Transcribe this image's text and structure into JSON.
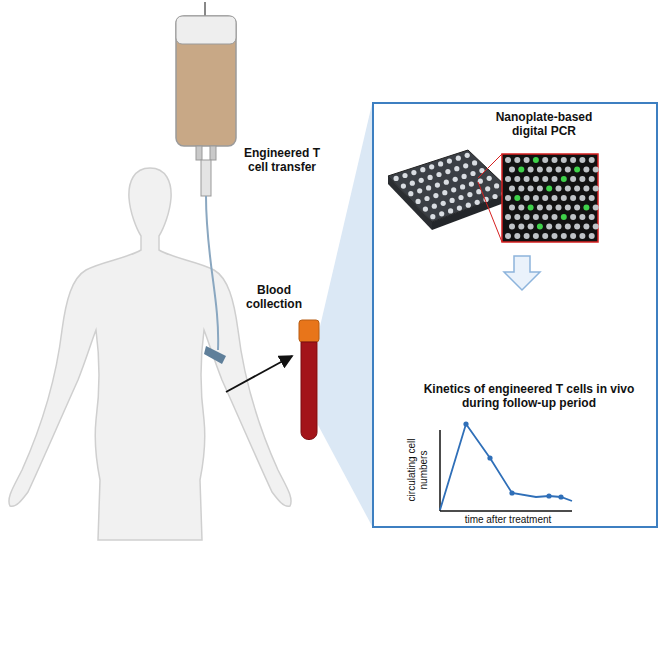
{
  "diagram": {
    "nodes": [
      {
        "text": [
          "Nanoplate-based digital PCR",
          "Kinetics of engineered T cells in vivo during follow-up period"
        ]
      }
    ],
    "labels": [
      "Engineered T cell transfer",
      "Blood collection",
      "circulating cell numbers",
      "time after treatment"
    ]
  }
}
